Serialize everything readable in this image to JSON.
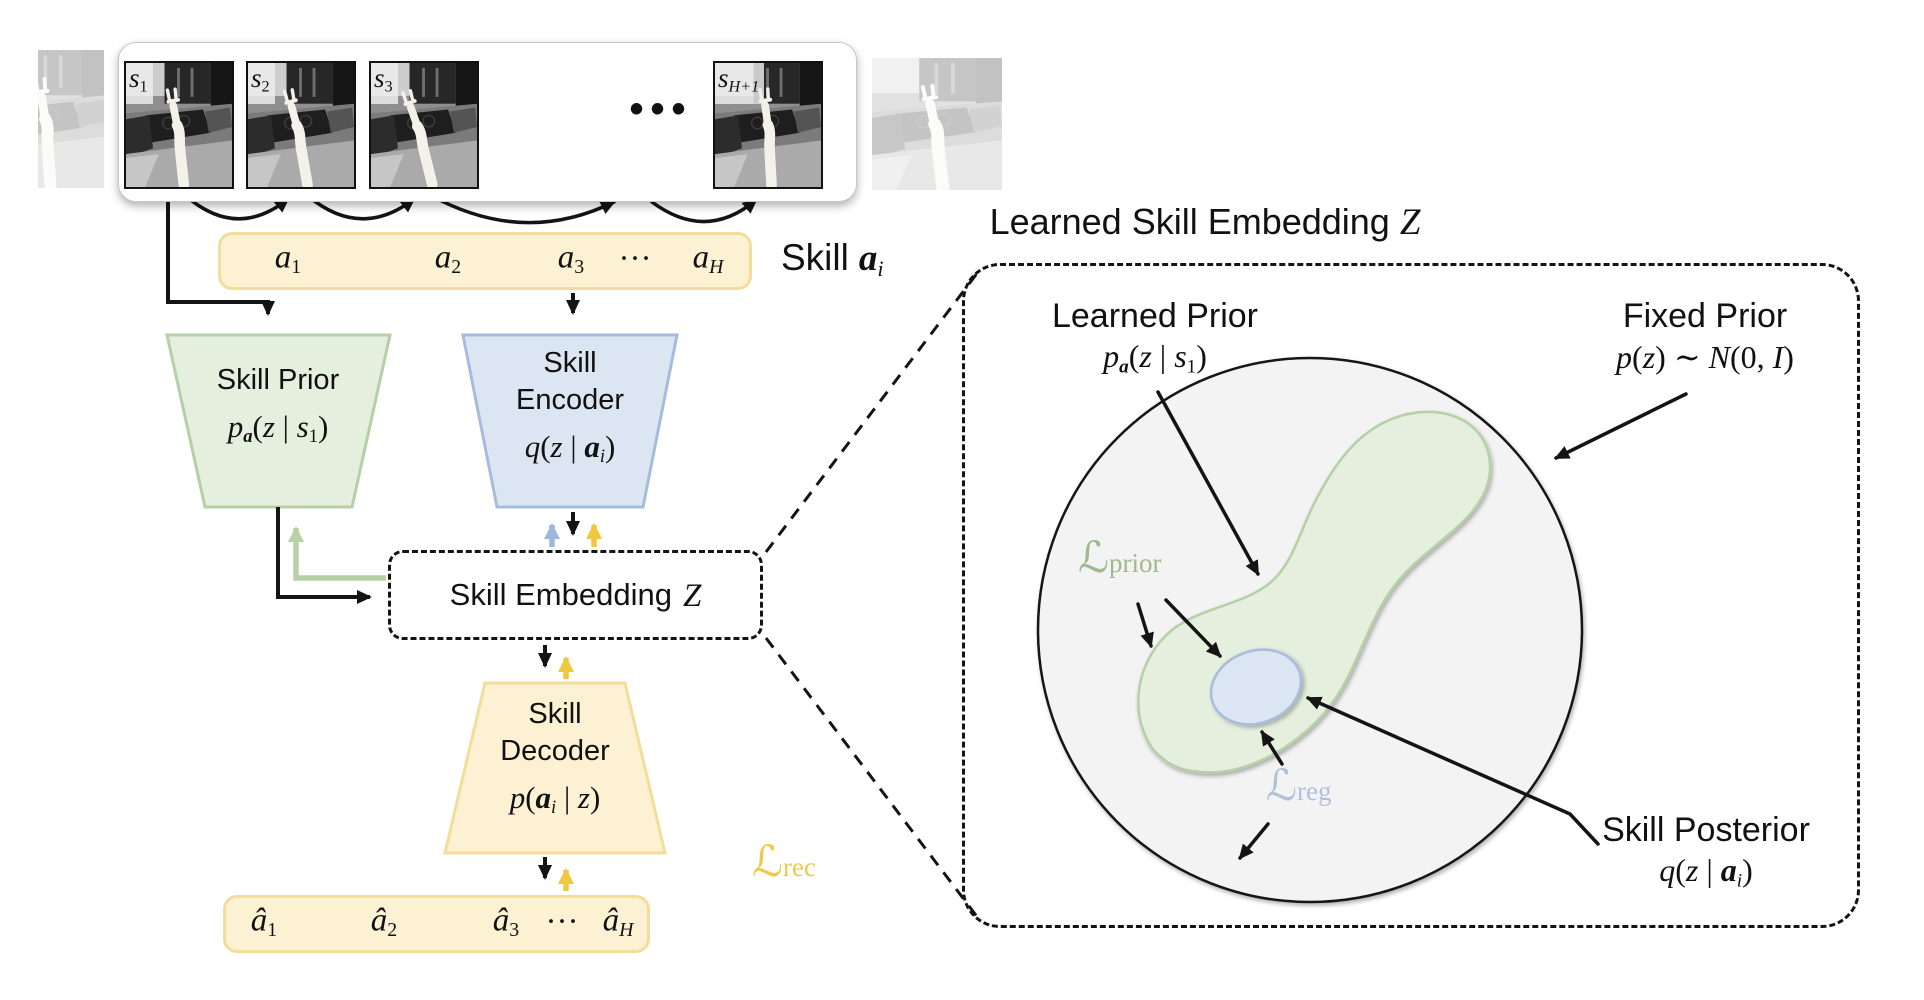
{
  "colors": {
    "ink": "#141414",
    "yellow_fill": "#FCF1D3",
    "yellow_border": "#F3DD9B",
    "green_fill": "#E5EFDD",
    "green_border": "#B5CFA6",
    "blue_fill": "#DCE6F2",
    "blue_border": "#A6BCDC",
    "arrow_green": "#B7D2A5",
    "arrow_blue": "#9FB6DF",
    "arrow_yellow": "#F0C83C",
    "loss_rec": "#EFC94B",
    "loss_prior": "#9FB98D",
    "loss_reg": "#AFC2DA",
    "circle_fill": "#F3F3F3"
  },
  "states": {
    "frames": [
      {
        "tokens": [
          [
            "s",
            "it"
          ],
          [
            "1",
            "sub"
          ]
        ]
      },
      {
        "tokens": [
          [
            "s",
            "it"
          ],
          [
            "2",
            "sub"
          ]
        ]
      },
      {
        "tokens": [
          [
            "s",
            "it"
          ],
          [
            "3",
            "sub"
          ]
        ]
      },
      {
        "tokens": [
          [
            "s",
            "it"
          ],
          [
            "H+1",
            "subi"
          ]
        ]
      }
    ],
    "ellipsis": "•••"
  },
  "actions": {
    "items": [
      [
        [
          "a",
          "it"
        ],
        [
          "1",
          "sub"
        ]
      ],
      [
        [
          "a",
          "it"
        ],
        [
          "2",
          "sub"
        ]
      ],
      [
        [
          "a",
          "it"
        ],
        [
          "3",
          "sub"
        ]
      ],
      [
        [
          "···",
          "up"
        ]
      ],
      [
        [
          "a",
          "it"
        ],
        [
          "H",
          "subi"
        ]
      ]
    ],
    "skill_label": "Skill",
    "skill_formula": [
      [
        "a",
        "bi"
      ],
      [
        "i",
        "subi"
      ]
    ]
  },
  "prior_block": {
    "title": "Skill Prior",
    "formula": [
      [
        "p",
        "it"
      ],
      [
        "a",
        "subbi"
      ],
      [
        "(",
        "up"
      ],
      [
        "z",
        "it"
      ],
      [
        " | ",
        "up"
      ],
      [
        "s",
        "it"
      ],
      [
        "1",
        "sub"
      ],
      [
        ")",
        "up"
      ]
    ]
  },
  "encoder_block": {
    "title_line1": "Skill",
    "title_line2": "Encoder",
    "formula": [
      [
        "q",
        "it"
      ],
      [
        "(",
        "up"
      ],
      [
        "z",
        "it"
      ],
      [
        " | ",
        "up"
      ],
      [
        "a",
        "bi"
      ],
      [
        "i",
        "subi"
      ],
      [
        ")",
        "up"
      ]
    ]
  },
  "embedding_box": {
    "label": "Skill Embedding",
    "z_formula": [
      [
        "Z",
        "cal"
      ]
    ]
  },
  "decoder_block": {
    "title_line1": "Skill",
    "title_line2": "Decoder",
    "formula": [
      [
        "p",
        "it"
      ],
      [
        "(",
        "up"
      ],
      [
        "a",
        "bi"
      ],
      [
        "i",
        "subi"
      ],
      [
        " | ",
        "up"
      ],
      [
        "z",
        "it"
      ],
      [
        ")",
        "up"
      ]
    ]
  },
  "recon": {
    "items": [
      [
        [
          "â",
          "it"
        ],
        [
          "1",
          "sub"
        ]
      ],
      [
        [
          "â",
          "it"
        ],
        [
          "2",
          "sub"
        ]
      ],
      [
        [
          "â",
          "it"
        ],
        [
          "3",
          "sub"
        ]
      ],
      [
        [
          "···",
          "up"
        ]
      ],
      [
        [
          "â",
          "it"
        ],
        [
          "H",
          "subi"
        ]
      ]
    ],
    "loss": {
      "l": "ℒ",
      "sub": "rec"
    }
  },
  "panel": {
    "title": "Learned Skill Embedding",
    "title_formula": [
      [
        "Z",
        "cal"
      ]
    ],
    "learned_prior": {
      "label": "Learned Prior",
      "formula": [
        [
          "p",
          "it"
        ],
        [
          "a",
          "subbi"
        ],
        [
          "(",
          "up"
        ],
        [
          "z",
          "it"
        ],
        [
          " | ",
          "up"
        ],
        [
          "s",
          "it"
        ],
        [
          "1",
          "sub"
        ],
        [
          ")",
          "up"
        ]
      ]
    },
    "fixed_prior": {
      "label": "Fixed Prior",
      "formula": [
        [
          "p",
          "it"
        ],
        [
          "(",
          "up"
        ],
        [
          "z",
          "it"
        ],
        [
          ") ",
          "up"
        ],
        [
          "∼ ",
          "up"
        ],
        [
          "N",
          "cal"
        ],
        [
          "(0, ",
          "up"
        ],
        [
          "I",
          "it"
        ],
        [
          ")",
          "up"
        ]
      ]
    },
    "loss_prior": {
      "l": "ℒ",
      "sub": "prior"
    },
    "loss_reg": {
      "l": "ℒ",
      "sub": "reg"
    },
    "posterior": {
      "label": "Skill Posterior",
      "formula": [
        [
          "q",
          "it"
        ],
        [
          "(",
          "up"
        ],
        [
          "z",
          "it"
        ],
        [
          " | ",
          "up"
        ],
        [
          "a",
          "bi"
        ],
        [
          "i",
          "subi"
        ],
        [
          ")",
          "up"
        ]
      ]
    }
  }
}
